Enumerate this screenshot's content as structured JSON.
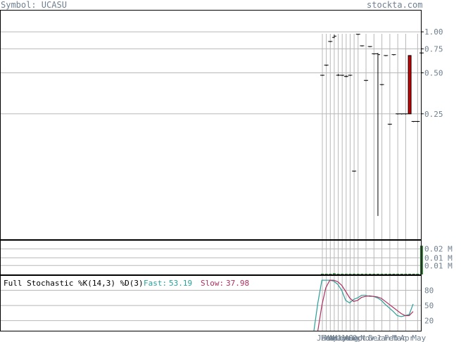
{
  "header": {
    "symbol_label": "Symbol: UCASU",
    "site_label": "stockta.com"
  },
  "colors": {
    "frame": "#000000",
    "grid": "#b8b8b8",
    "ohlc": "#000000",
    "up_box": "#cc0000",
    "volume": "#2e7d32",
    "fast": "#2aa198",
    "slow": "#b03060",
    "axis_text": "#708090"
  },
  "chart_data": [
    {
      "type": "ohlc",
      "price_scale": "log",
      "y_ticks": [
        "1.00",
        "0.75",
        "0.50",
        "0.25"
      ],
      "y_tick_values": [
        1.0,
        0.75,
        0.5,
        0.25
      ],
      "ylim": [
        0.03,
        1.45
      ],
      "bars": [
        {
          "o": 0.48,
          "h": 0.48,
          "l": 0.48,
          "c": 0.48
        },
        {
          "o": 0.57,
          "h": 0.57,
          "l": 0.57,
          "c": 0.57
        },
        {
          "o": 0.85,
          "h": 0.85,
          "l": 0.85,
          "c": 0.85
        },
        {
          "o": 0.91,
          "h": 0.95,
          "l": 0.91,
          "c": 0.93
        },
        {
          "o": 0.48,
          "h": 0.49,
          "l": 0.48,
          "c": 0.48
        },
        {
          "o": 0.48,
          "h": 0.48,
          "l": 0.48,
          "c": 0.48
        },
        {
          "o": 0.47,
          "h": 0.48,
          "l": 0.47,
          "c": 0.47
        },
        {
          "o": 0.48,
          "h": 0.48,
          "l": 0.48,
          "c": 0.48
        },
        {
          "o": 0.095,
          "h": 0.095,
          "l": 0.095,
          "c": 0.095
        },
        {
          "o": 0.96,
          "h": 0.96,
          "l": 0.96,
          "c": 0.96
        },
        {
          "o": 0.79,
          "h": 0.79,
          "l": 0.79,
          "c": 0.79
        },
        {
          "o": 0.44,
          "h": 0.44,
          "l": 0.44,
          "c": 0.44
        },
        {
          "o": 0.78,
          "h": 0.78,
          "l": 0.78,
          "c": 0.78
        },
        {
          "o": 0.69,
          "h": 0.69,
          "l": 0.69,
          "c": 0.69
        },
        {
          "o": 0.69,
          "h": 0.7,
          "l": 0.045,
          "c": 0.68
        },
        {
          "o": 0.41,
          "h": 0.41,
          "l": 0.41,
          "c": 0.41
        },
        {
          "o": 0.67,
          "h": 0.67,
          "l": 0.67,
          "c": 0.67
        },
        {
          "o": 0.21,
          "h": 0.21,
          "l": 0.21,
          "c": 0.21
        },
        {
          "o": 0.68,
          "h": 0.68,
          "l": 0.68,
          "c": 0.68
        },
        {
          "o": 0.25,
          "h": 0.25,
          "l": 0.25,
          "c": 0.25
        },
        {
          "o": 0.25,
          "h": 0.25,
          "l": 0.25,
          "c": 0.25
        },
        {
          "o": 0.25,
          "h": 0.25,
          "l": 0.25,
          "c": 0.25
        },
        {
          "o": 0.25,
          "h": 0.67,
          "l": 0.25,
          "c": 0.67
        },
        {
          "o": 0.22,
          "h": 0.22,
          "l": 0.22,
          "c": 0.22
        },
        {
          "o": 0.22,
          "h": 0.22,
          "l": 0.22,
          "c": 0.22
        },
        {
          "o": 0.7,
          "h": 0.7,
          "l": 0.7,
          "c": 0.7
        }
      ]
    },
    {
      "type": "bar",
      "title": "Volume",
      "y_ticks": [
        "0.02 M",
        "0.01 M",
        "0.01 M"
      ],
      "y_tick_values": [
        0.02,
        0.013,
        0.007
      ],
      "ylim": [
        0,
        0.027
      ],
      "values": [
        0.0001,
        0.0001,
        0.0001,
        0.0009,
        0.0001,
        0.0001,
        0.0001,
        0.0004,
        0.0001,
        0.0001,
        0.0001,
        0.0001,
        0.0001,
        0.0001,
        0.0001,
        0.0001,
        0.0001,
        0.0001,
        0.0001,
        0.0001,
        0.0001,
        0.0001,
        0.0001,
        0.0001,
        0.0001,
        0.0225
      ]
    },
    {
      "type": "line",
      "title": "Full Stochastic %K(14,3) %D(3)",
      "legend": [
        {
          "label": "Fast:",
          "value": "53.19"
        },
        {
          "label": "Slow:",
          "value": "37.98"
        }
      ],
      "y_ticks": [
        "80",
        "50",
        "20"
      ],
      "y_tick_values": [
        80,
        50,
        20
      ],
      "ylim": [
        0,
        110
      ],
      "series": [
        {
          "key": "fast",
          "values": [
            0,
            55,
            100,
            100,
            100,
            98,
            92,
            80,
            60,
            55,
            62,
            65,
            70,
            70,
            68,
            68,
            65,
            60,
            52,
            45,
            38,
            30,
            28,
            30,
            32,
            53
          ]
        },
        {
          "key": "slow",
          "values": [
            null,
            0,
            50,
            85,
            100,
            100,
            97,
            90,
            78,
            65,
            58,
            60,
            66,
            68,
            69,
            68,
            67,
            64,
            58,
            52,
            46,
            40,
            34,
            30,
            30,
            38
          ]
        }
      ],
      "x_ticks": [
        "Jan",
        "Feb",
        "Mar",
        "Apr",
        "May",
        "Jun",
        "Jul",
        "Aug",
        "Sep",
        "Oct",
        "Nov",
        "Dec",
        "Jan",
        "Feb",
        "Mar",
        "Apr",
        "May"
      ],
      "x_tick_bars": [
        0,
        1,
        2,
        3,
        4,
        5,
        6,
        7,
        8,
        9,
        11,
        13,
        15,
        17,
        19,
        21,
        24
      ]
    }
  ]
}
